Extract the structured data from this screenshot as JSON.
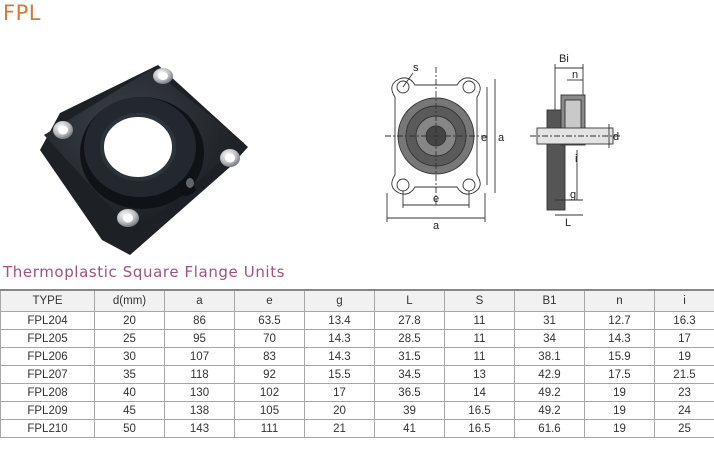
{
  "page": {
    "brand": "FPL",
    "subtitle": "Thermoplastic Square Flange Units"
  },
  "drawing": {
    "front_labels": {
      "s": "s",
      "e_vertical": "e",
      "a_vertical": "a",
      "e_horizontal": "e",
      "a_horizontal": "a"
    },
    "side_labels": {
      "bi": "Bi",
      "n": "n",
      "d": "d",
      "i": "i",
      "g": "g",
      "l": "L"
    }
  },
  "table": {
    "headers": [
      "TYPE",
      "d(mm)",
      "a",
      "e",
      "g",
      "L",
      "S",
      "B1",
      "n",
      "i"
    ],
    "rows": [
      [
        "FPL204",
        "20",
        "86",
        "63.5",
        "13.4",
        "27.8",
        "11",
        "31",
        "12.7",
        "16.3"
      ],
      [
        "FPL205",
        "25",
        "95",
        "70",
        "14.3",
        "28.5",
        "11",
        "34",
        "14.3",
        "17"
      ],
      [
        "FPL206",
        "30",
        "107",
        "83",
        "14.3",
        "31.5",
        "11",
        "38.1",
        "15.9",
        "19"
      ],
      [
        "FPL207",
        "35",
        "118",
        "92",
        "15.5",
        "34.5",
        "13",
        "42.9",
        "17.5",
        "21.5"
      ],
      [
        "FPL208",
        "40",
        "130",
        "102",
        "17",
        "36.5",
        "14",
        "49.2",
        "19",
        "23"
      ],
      [
        "FPL209",
        "45",
        "138",
        "105",
        "20",
        "39",
        "16.5",
        "49.2",
        "19",
        "24"
      ],
      [
        "FPL210",
        "50",
        "143",
        "111",
        "21",
        "41",
        "16.5",
        "61.6",
        "19",
        "25"
      ]
    ]
  }
}
